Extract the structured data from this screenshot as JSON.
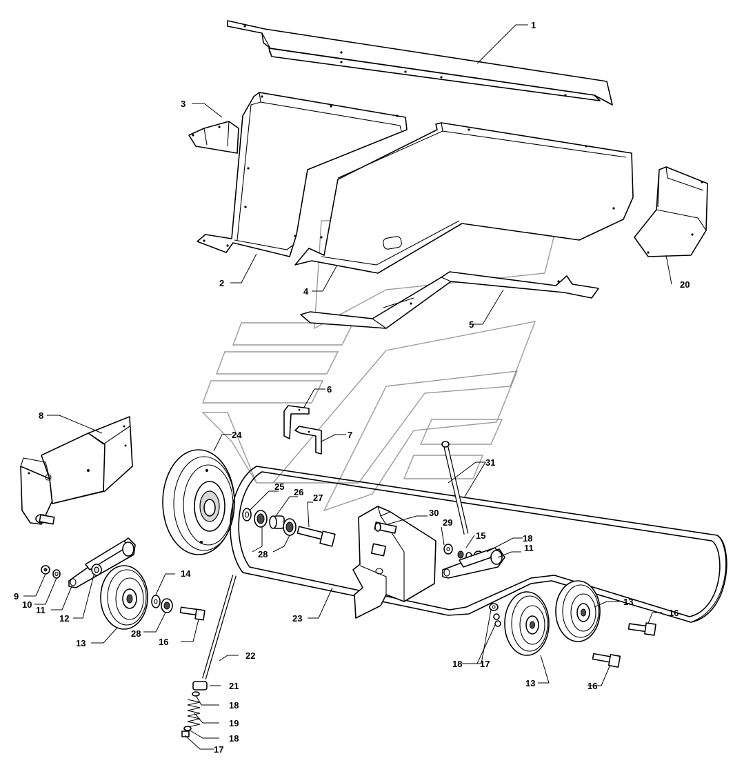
{
  "callouts": [
    {
      "id": "c1",
      "text": "1"
    },
    {
      "id": "c2",
      "text": "2"
    },
    {
      "id": "c3",
      "text": "3"
    },
    {
      "id": "c4",
      "text": "4"
    },
    {
      "id": "c5",
      "text": "5"
    },
    {
      "id": "c6",
      "text": "6"
    },
    {
      "id": "c7",
      "text": "7"
    },
    {
      "id": "c8",
      "text": "8"
    },
    {
      "id": "c9",
      "text": "9"
    },
    {
      "id": "c10",
      "text": "10"
    },
    {
      "id": "c11a",
      "text": "11"
    },
    {
      "id": "c11b",
      "text": "11"
    },
    {
      "id": "c12",
      "text": "12"
    },
    {
      "id": "c13a",
      "text": "13"
    },
    {
      "id": "c13b",
      "text": "13"
    },
    {
      "id": "c13c",
      "text": "13"
    },
    {
      "id": "c14",
      "text": "14"
    },
    {
      "id": "c15",
      "text": "15"
    },
    {
      "id": "c16a",
      "text": "16"
    },
    {
      "id": "c16b",
      "text": "16"
    },
    {
      "id": "c16c",
      "text": "16"
    },
    {
      "id": "c17a",
      "text": "17"
    },
    {
      "id": "c17b",
      "text": "17"
    },
    {
      "id": "c18a",
      "text": "18"
    },
    {
      "id": "c18b",
      "text": "18"
    },
    {
      "id": "c18c",
      "text": "18"
    },
    {
      "id": "c18d",
      "text": "18"
    },
    {
      "id": "c19",
      "text": "19"
    },
    {
      "id": "c20",
      "text": "20"
    },
    {
      "id": "c21",
      "text": "21"
    },
    {
      "id": "c22",
      "text": "22"
    },
    {
      "id": "c23",
      "text": "23"
    },
    {
      "id": "c24",
      "text": "24"
    },
    {
      "id": "c25",
      "text": "25"
    },
    {
      "id": "c26",
      "text": "26"
    },
    {
      "id": "c27",
      "text": "27"
    },
    {
      "id": "c28a",
      "text": "28"
    },
    {
      "id": "c28b",
      "text": "28"
    },
    {
      "id": "c29",
      "text": "29"
    },
    {
      "id": "c30",
      "text": "30"
    },
    {
      "id": "c31",
      "text": "31"
    }
  ]
}
